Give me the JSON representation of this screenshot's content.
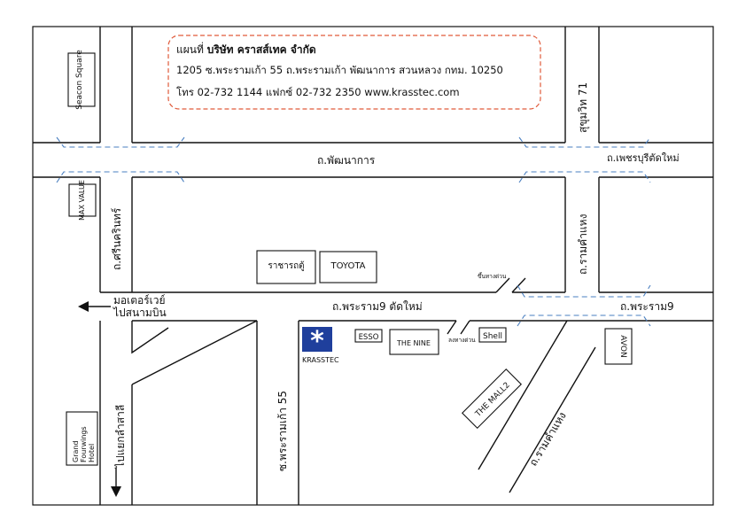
{
  "company": {
    "title_prefix": "แผนที่ ",
    "title_name": "บริษัท คราสส์เทค จำกัด",
    "address": "1205 ซ.พระรามเก้า 55 ถ.พระรามเก้า พัฒนาการ สวนหลวง กทม. 10250",
    "contact": "โทร 02-732 1144 แฟกซ์ 02-732 2350    www.krasstec.com",
    "logo_text": "KRASSTEC",
    "logo_color": "#1f3f9c"
  },
  "roads": {
    "pattanakarn": "ถ.พัฒนาการ",
    "phetchaburi": "ถ.เพชรบุรีตัดใหม่",
    "sukhumvit71": "สุขุมวิท 71",
    "srinakarin": "ถ.ศรีนครินทร์",
    "ramkhamhaeng_upper": "ถ.รามคำแหง",
    "rama9_new": "ถ.พระราม9 ตัดใหม่",
    "rama9": "ถ.พระราม9",
    "soi_rama9_55": "ซ.พระรามเก้า 55",
    "ramkhamhaeng_lower": "ถ.รามคำแหง",
    "lam_salee": "ไปแยกลำสาลี",
    "motorway_line1": "มอเตอร์เวย์",
    "motorway_line2": "ไปสนามบิน",
    "expressway_up": "ขึ้นทางด่วน",
    "expressway_down": "ลงทางด่วน"
  },
  "landmarks": {
    "seacon": "Seacon Square",
    "max_value": "MAX VALUE",
    "ratchada": "ราชารถตู้",
    "toyota": "TOYOTA",
    "esso": "ESSO",
    "the_nine": "THE NINE",
    "shell": "Shell",
    "the_mall": "THE MALL2",
    "avon": "AVON",
    "grand_fourwings": "Grand Fourwings Hotel"
  },
  "colors": {
    "expressway": "#4a7fc0",
    "header_border": "#e05a3a"
  }
}
